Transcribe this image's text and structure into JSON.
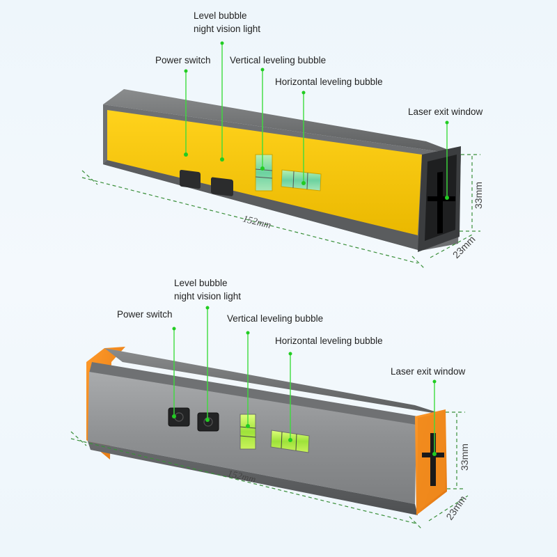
{
  "products": [
    {
      "variant": "yellow",
      "colors": {
        "face": "#f4c400",
        "body": "#6d6f70",
        "accent": "#f4c400"
      },
      "labels": {
        "night_light": [
          "Level bubble",
          "night vision light"
        ],
        "power_switch": "Power switch",
        "vertical_bubble": "Vertical leveling bubble",
        "horizontal_bubble": "Horizontal leveling bubble",
        "laser_window": "Laser exit window"
      },
      "dimensions": {
        "length": "152mm",
        "height": "33mm",
        "depth": "23mm"
      }
    },
    {
      "variant": "gray-orange",
      "colors": {
        "face": "#8a8c8e",
        "body": "#5f6163",
        "accent": "#f08a1c"
      },
      "labels": {
        "night_light": [
          "Level bubble",
          "night vision light"
        ],
        "power_switch": "Power switch",
        "vertical_bubble": "Vertical leveling bubble",
        "horizontal_bubble": "Horizontal leveling bubble",
        "laser_window": "Laser exit window"
      },
      "dimensions": {
        "length": "152mm",
        "height": "33mm",
        "depth": "23mm"
      }
    }
  ]
}
